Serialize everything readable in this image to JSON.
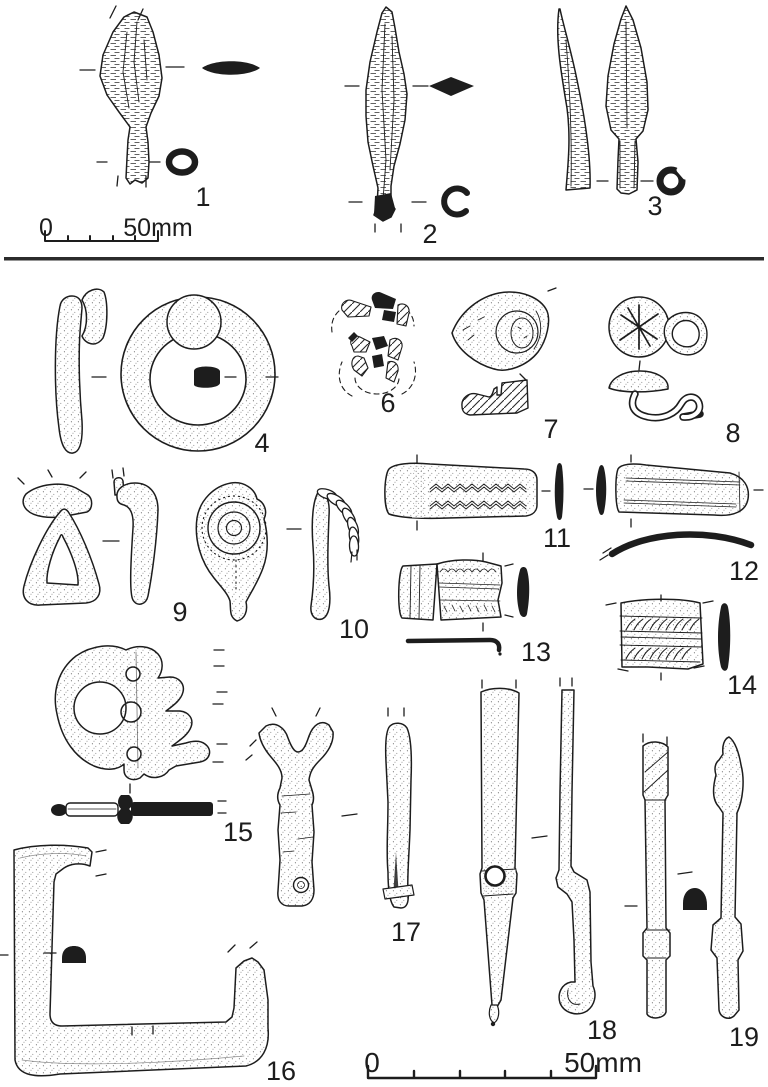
{
  "figure": {
    "kind": "archaeological-finds-plate",
    "background_color": "#ffffff",
    "ink_color": "#1d1d1d",
    "sections": [
      "arrowheads",
      "small-finds"
    ],
    "divider_present": true
  },
  "scale_bars": {
    "top": {
      "zero_label": "0",
      "end_label": "50mm",
      "divisions": 5
    },
    "bottom": {
      "zero_label": "0",
      "end_label": "50mm",
      "divisions": 5
    }
  },
  "artifacts": [
    {
      "label": "1",
      "description": "leaf-bladed arrowhead; lentoid blade section and oval socket section"
    },
    {
      "label": "2",
      "description": "narrow leaf-shaped arrowhead; rhombic blade section and open C socket section"
    },
    {
      "label": "3",
      "description": "arrowhead in profile and face view; penannular socket section"
    },
    {
      "label": "4",
      "description": "ring with disc boss, profile and face views; sub-rectangular section"
    },
    {
      "label": "6",
      "description": "corroded fragments, restored outline dashed"
    },
    {
      "label": "7",
      "description": "sub-triangular stud with central boss; hatched section"
    },
    {
      "label": "8",
      "description": "disc-headed hooked fitting with incised star, face and profile views"
    },
    {
      "label": "9",
      "description": "triangular loop fitting, face and profile views"
    },
    {
      "label": "10",
      "description": "plate brooch with concentric boss and spring coil, face and profile views"
    },
    {
      "label": "11",
      "description": "decorated strip fragment with zigzag bands; thin section"
    },
    {
      "label": "12",
      "description": "decorated strip fragment; lentoid section and curved profile"
    },
    {
      "label": "13",
      "description": "moulded fragment; section bar and angled profile"
    },
    {
      "label": "14",
      "description": "fragment with cabled mouldings; section"
    },
    {
      "label": "15",
      "description": "openwork mount, face view and section profile"
    },
    {
      "label": "16",
      "description": "rectangular buckle frame; D-shaped section"
    },
    {
      "label": "17",
      "description": "forked-terminal fitting, face and profile views"
    },
    {
      "label": "18",
      "description": "strap-end with rivet hole, face and profile views"
    },
    {
      "label": "19",
      "description": "moulded bar fitting, face and profile views; D-shaped section"
    }
  ]
}
